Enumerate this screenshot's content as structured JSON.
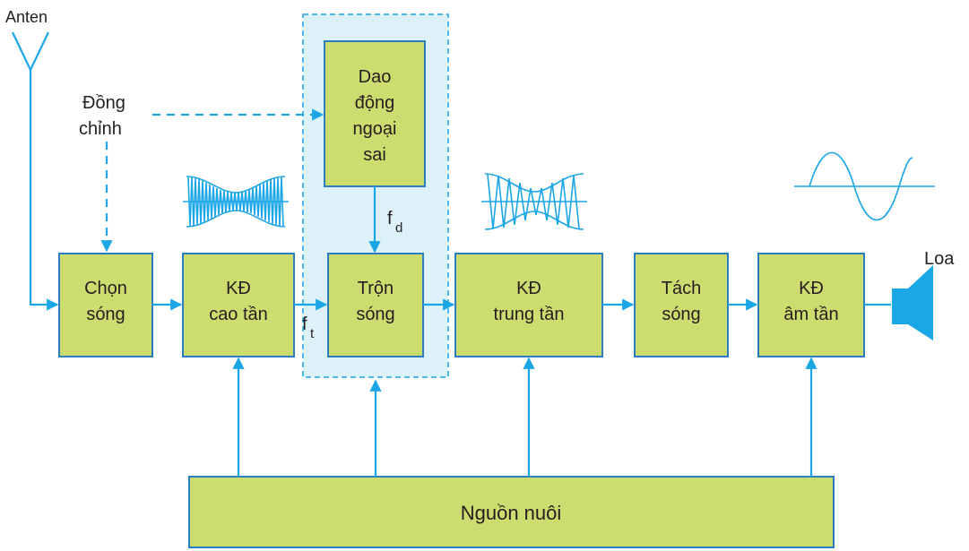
{
  "colors": {
    "block_fill": "#cddc6f",
    "block_border": "#2b7fc0",
    "line": "#1ba6e6",
    "highlight": "#ddf1f9",
    "text": "#231f20"
  },
  "labels": {
    "antenna": "Anten",
    "tuning_line1": "Đồng",
    "tuning_line2": "chỉnh",
    "speaker": "Loa",
    "ft_main": "f",
    "ft_sub": "t",
    "fd_main": "f",
    "fd_sub": "d"
  },
  "blocks": {
    "select": [
      "Chọn",
      "sóng"
    ],
    "rf_amp": [
      "KĐ",
      "cao tần"
    ],
    "oscillator": [
      "Dao",
      "động",
      "ngoại",
      "sai"
    ],
    "mixer": [
      "Trộn",
      "sóng"
    ],
    "if_amp": [
      "KĐ",
      "trung tần"
    ],
    "detector": [
      "Tách",
      "sóng"
    ],
    "af_amp": [
      "KĐ",
      "âm tần"
    ],
    "power": [
      "Nguồn nuôi"
    ]
  },
  "icons": {
    "antenna": "antenna-icon",
    "speaker": "speaker-icon",
    "rf_signal": "am-modulated-wave-icon",
    "if_signal": "am-modulated-wave-icon",
    "audio_signal": "sine-wave-icon"
  }
}
